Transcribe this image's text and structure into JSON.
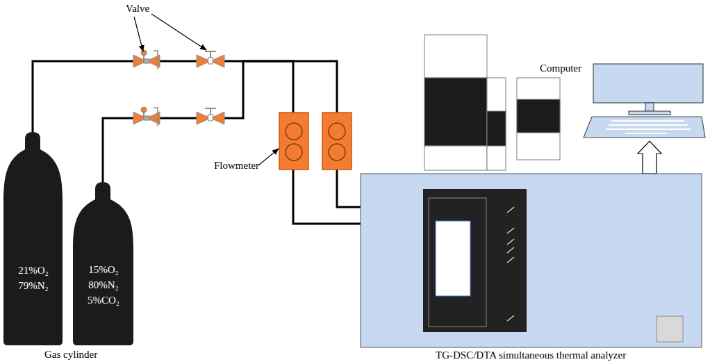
{
  "diagram": {
    "nodes": [
      {
        "text": [
          "21%O₂ 79%N₂"
        ]
      },
      {
        "text": [
          "15%O₂ 80%N₂ 5%CO₂"
        ]
      },
      {
        "text": [
          "TG-DSC/DTA simultaneous thermal analyzer"
        ]
      },
      {
        "text": [
          "Computer"
        ]
      }
    ],
    "edges": [
      {
        "from": 0,
        "to": 2,
        "arrow": "none"
      },
      {
        "from": 1,
        "to": 2,
        "arrow": "none"
      },
      {
        "from": 2,
        "to": 3,
        "arrow": "to"
      }
    ],
    "labels": [
      "Valve",
      "Flowmeter",
      "Gas cylinder"
    ]
  }
}
